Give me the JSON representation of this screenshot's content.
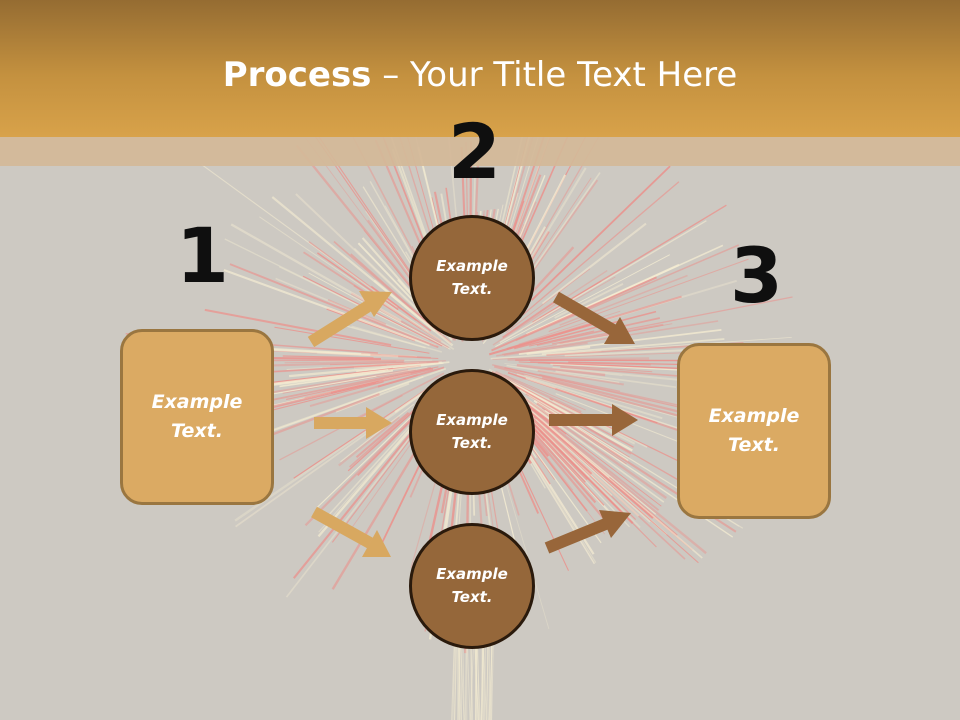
{
  "slide": {
    "title_bold": "Process",
    "title_rest": " – Your Title Text Here",
    "numbers": [
      "1",
      "2",
      "3"
    ],
    "left_box": "Example\nText.",
    "right_box": "Example\nText.",
    "circles": [
      "Example\nText.",
      "Example\nText.",
      "Example\nText."
    ]
  },
  "colors": {
    "header": "#c4913f",
    "box_fill": "#dbaa63",
    "circle_fill": "#95673a",
    "arrow_light": "#d8a860",
    "arrow_dark": "#98663a",
    "background": "#cdc9c2"
  }
}
